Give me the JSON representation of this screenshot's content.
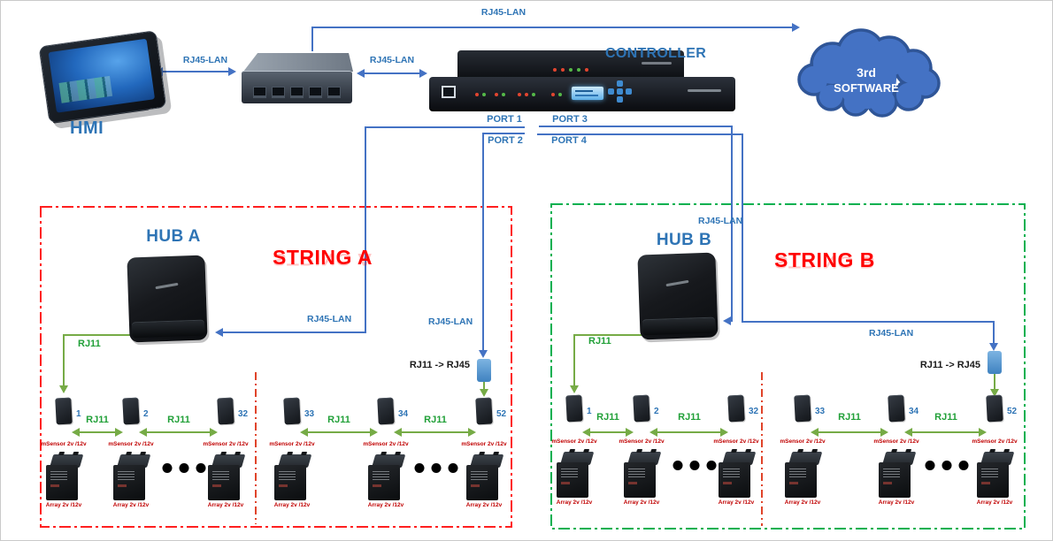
{
  "devices": {
    "hmi_label": "HMI",
    "controller_label": "CONTROLLER",
    "cloud_line1": "3rd",
    "cloud_line2": "SOFTWARE"
  },
  "connections": {
    "rj45_lan": "RJ45-LAN",
    "rj11": "RJ11",
    "rj11_to_rj45": "RJ11 -> RJ45",
    "ports": [
      {
        "label": "PORT 1"
      },
      {
        "label": "PORT 2"
      },
      {
        "label": "PORT 3"
      },
      {
        "label": "PORT 4"
      }
    ]
  },
  "strings": [
    {
      "id": "A",
      "title": "STRING A",
      "hub_label": "HUB A",
      "sensor_numbers": [
        "1",
        "2",
        "32",
        "33",
        "34",
        "52"
      ],
      "sensor_caption": "mSensor 2v /12v",
      "battery_caption": "Array 2v /12v"
    },
    {
      "id": "B",
      "title": "STRING B",
      "hub_label": "HUB B",
      "sensor_numbers": [
        "1",
        "2",
        "32",
        "33",
        "34",
        "52"
      ],
      "sensor_caption": "mSensor 2v /12v",
      "battery_caption": "Array 2v /12v"
    }
  ],
  "colors": {
    "line_blue": "#4472C4",
    "label_blue": "#2E74B5",
    "line_green": "#76AB46",
    "label_green": "#21A038",
    "string_a_border": "#FF1F1F",
    "string_b_border": "#00B050",
    "inner_divider": "#E0442A",
    "string_title_red": "#FF0000",
    "caption_red": "#C00000",
    "adapter_blue": "#5B9BD5",
    "cloud_blue": "#4472C4"
  }
}
